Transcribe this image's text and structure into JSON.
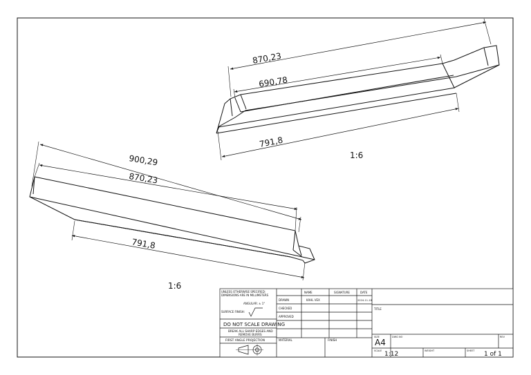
{
  "views": {
    "upper": {
      "dim_overall": "870,23",
      "dim_inner": "690,78",
      "dim_lower": "791,8",
      "scale_label": "1:6"
    },
    "lower": {
      "dim_overall": "900,29",
      "dim_inner": "870,23",
      "dim_lower": "791,8",
      "scale_label": "1:6"
    }
  },
  "title_block": {
    "notes": {
      "unless_line1": "UNLESS OTHERWISE SPECIFIED:",
      "unless_line2": "DIMENSIONS ARE IN MILLIMETERS",
      "angular": "ANGULAR: ± 1°",
      "surface_finish": "SURFACE FINISH:",
      "do_not_scale": "DO NOT SCALE DRAWING",
      "break_edges_line1": "BREAK ALL SHARP EDGES AND",
      "break_edges_line2": "REMOVE BURRS",
      "projection": "FIRST ANGLE PROJECTION"
    },
    "headers": {
      "name": "NAME",
      "signature": "SIGNATURE",
      "date": "DATE"
    },
    "rows": {
      "drawn_label": "DRAWN",
      "drawn_name": "KAHL VEX",
      "drawn_date": "2024-11-18",
      "checked_label": "CHECKED",
      "approved_label": "APPROVED"
    },
    "material_label": "MATERIAL",
    "finish_label": "FINISH",
    "title_label": "TITLE",
    "size_label": "SIZE",
    "size_value": "A4",
    "dwg_no_label": "DWG NO",
    "rev_label": "REV",
    "scale_label": "SCALE",
    "scale_value": "1:12",
    "weight_label": "WEIGHT",
    "sheet_label": "SHEET",
    "sheet_value": "1 of 1"
  }
}
